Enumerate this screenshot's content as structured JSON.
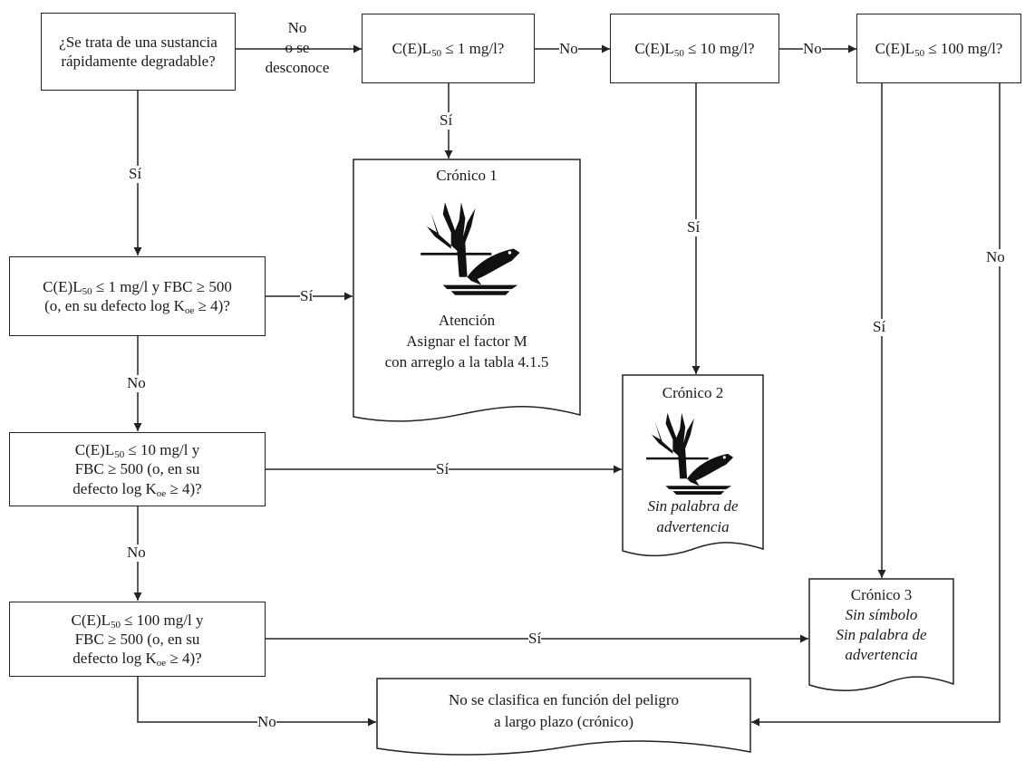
{
  "decisions": {
    "degradable": [
      "¿Se trata de una sustancia",
      "rápidamente degradable?"
    ],
    "lc_1": {
      "pre": "C(E)L",
      "sub": "50",
      "post": " ≤ 1 mg/l?"
    },
    "lc_10": {
      "pre": "C(E)L",
      "sub": "50",
      "post": " ≤ 10 mg/l?"
    },
    "lc_100": {
      "pre": "C(E)L",
      "sub": "50",
      "post": " ≤ 100 mg/l?"
    },
    "bcf_1": {
      "line1_pre": "C(E)L",
      "line1_sub": "50",
      "line1_post": " ≤ 1 mg/l y FBC ≥ 500",
      "line2_pre": "(o, en su defecto log K",
      "line2_sub": "oe",
      "line2_post": " ≥ 4)?"
    },
    "bcf_10": {
      "line1_pre": "C(E)L",
      "line1_sub": "50",
      "line1_post": "  ≤ 10 mg/l y",
      "line2": "FBC ≥ 500 (o, en su",
      "line3_pre": "defecto log K",
      "line3_sub": "oe",
      "line3_post": " ≥ 4)?"
    },
    "bcf_100": {
      "line1_pre": "C(E)L",
      "line1_sub": "50",
      "line1_post": " ≤ 100 mg/l y",
      "line2": "FBC ≥ 500 (o, en su",
      "line3_pre": "defecto log K",
      "line3_sub": "oe",
      "line3_post": " ≥ 4)?"
    }
  },
  "outcomes": {
    "chronic_1": {
      "title": "Crónico 1",
      "signal": "Atención",
      "line1": "Asignar el factor M",
      "line2": "con arreglo a la tabla 4.1.5"
    },
    "chronic_2": {
      "title": "Crónico 2",
      "line1": "Sin palabra de",
      "line2": "advertencia"
    },
    "chronic_3": {
      "title": "Crónico 3",
      "line1": "Sin símbolo",
      "line2": "Sin palabra de",
      "line3": "advertencia"
    },
    "not_classified": {
      "line1": "No se clasifica en función del peligro",
      "line2": "a largo plazo (crónico)"
    }
  },
  "labels": {
    "yes": "Sí",
    "no": "No",
    "no_unknown": [
      "No",
      "o se",
      "desconoce"
    ]
  },
  "colors": {
    "line": "#222222",
    "background": "#ffffff"
  },
  "icons": [
    "environment-hazard-pictogram"
  ]
}
